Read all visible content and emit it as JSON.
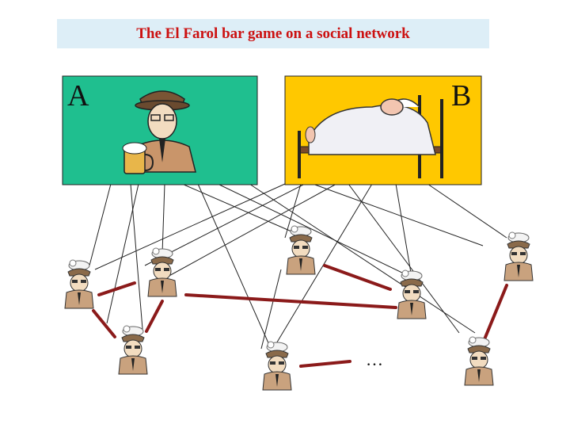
{
  "title": "The El Farol bar game on a social network",
  "choice_a": {
    "label": "A",
    "color": "#1fbf8f",
    "icon": "man-drinking-beer-icon"
  },
  "choice_b": {
    "label": "B",
    "color": "#ffc800",
    "icon": "person-sleeping-in-bed-icon"
  },
  "ellipsis": "…",
  "agent_icon": "agent-person-icon",
  "colors": {
    "social_link": "#8b1a1a",
    "choice_link": "#222222",
    "title_text": "#cc1111",
    "title_bg": "#ddeef7"
  }
}
